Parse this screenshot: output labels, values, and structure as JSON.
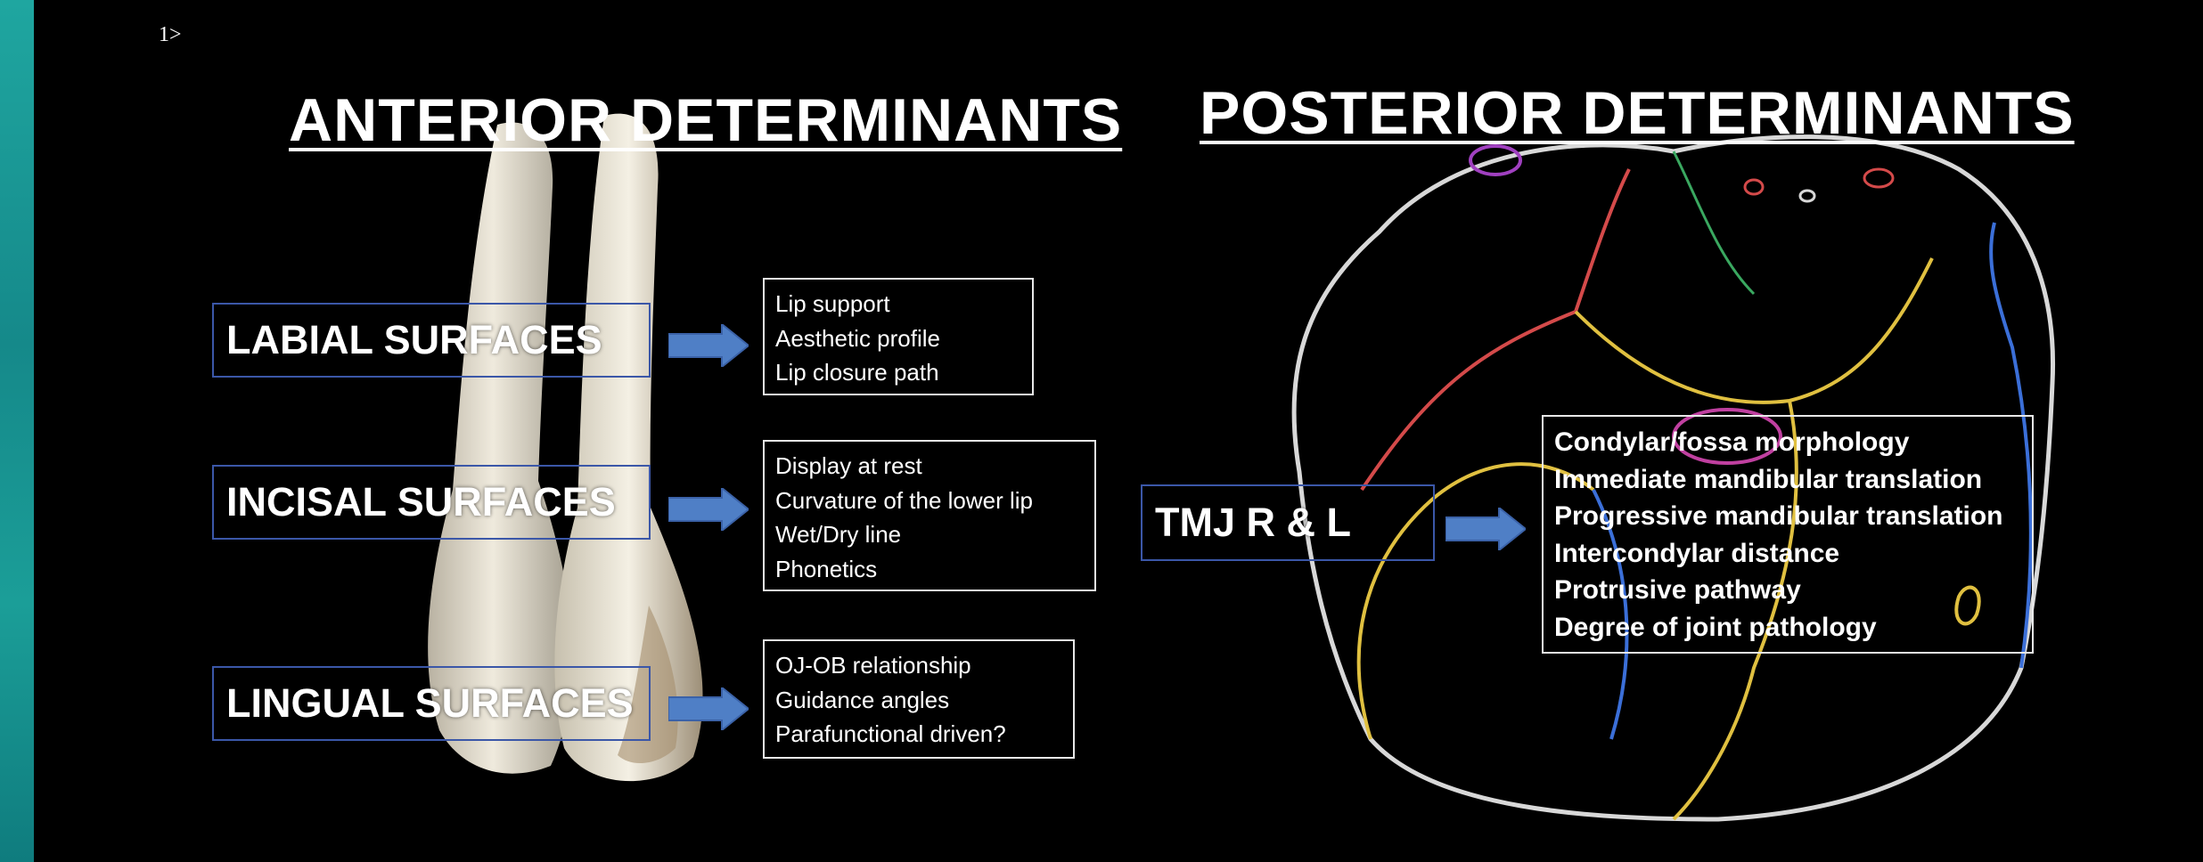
{
  "slide_number": "1>",
  "headings": {
    "anterior": "ANTERIOR DETERMINANTS",
    "posterior": "POSTERIOR DETERMINANTS"
  },
  "anterior": {
    "labial": {
      "label": "LABIAL SURFACES",
      "items": [
        "Lip support",
        "Aesthetic profile",
        "Lip closure path"
      ]
    },
    "incisal": {
      "label": "INCISAL SURFACES",
      "items": [
        "Display at rest",
        "Curvature of the lower  lip",
        "Wet/Dry line",
        "Phonetics"
      ]
    },
    "lingual": {
      "label": "LINGUAL SURFACES",
      "items": [
        "OJ-OB relationship",
        "Guidance angles",
        "Parafunctional driven?"
      ]
    }
  },
  "posterior": {
    "tmj": {
      "label": "TMJ R & L",
      "items": [
        "Condylar/fossa morphology",
        "Immediate mandibular translation",
        "Progressive mandibular translation",
        "Intercondylar distance",
        "Protrusive pathway",
        "Degree of joint pathology"
      ]
    }
  },
  "colors": {
    "background": "#000000",
    "teal_strip": "#1a9a96",
    "surface_box_border": "#3b57a8",
    "arrow_fill": "#4f7fc6",
    "list_box_border": "#e8e8e8",
    "text": "#ffffff"
  }
}
